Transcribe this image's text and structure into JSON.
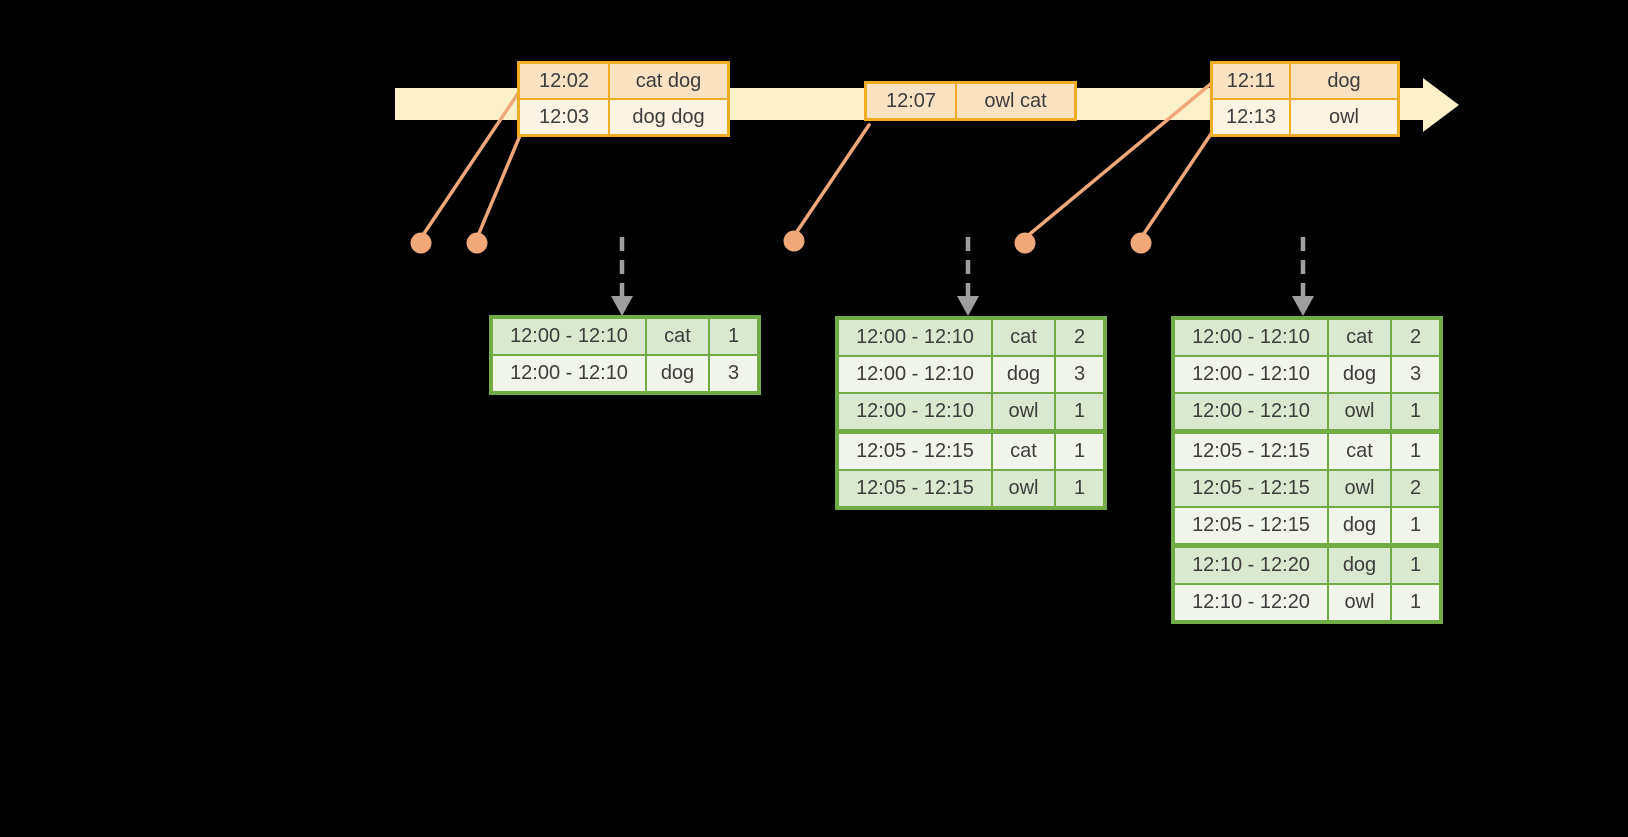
{
  "colors": {
    "background": "#000000",
    "timeline-band": "#fcf0c8",
    "event-border": "#efad24",
    "event-row-a": "#fae1c1",
    "event-row-b": "#fdf3e3",
    "result-border": "#72aa45",
    "result-row-a": "#dbe8d0",
    "result-row-b": "#f0f4eb",
    "connector": "#f0a87b",
    "trigger-arrow": "#9e9e9e",
    "text": "#3d3d3d"
  },
  "timeline": {
    "event_tables": [
      {
        "name": "events-batch-1",
        "rows": [
          [
            "12:02",
            "cat dog"
          ],
          [
            "12:03",
            "dog dog"
          ]
        ]
      },
      {
        "name": "events-batch-2",
        "rows": [
          [
            "12:07",
            "owl cat"
          ]
        ]
      },
      {
        "name": "events-batch-3",
        "rows": [
          [
            "12:11",
            "dog"
          ],
          [
            "12:13",
            "owl"
          ]
        ]
      }
    ]
  },
  "result_tables": [
    {
      "name": "windowed-counts-1",
      "rows": [
        [
          "12:00 - 12:10",
          "cat",
          "1"
        ],
        [
          "12:00 - 12:10",
          "dog",
          "3"
        ]
      ]
    },
    {
      "name": "windowed-counts-2",
      "rows": [
        [
          "12:00 - 12:10",
          "cat",
          "2"
        ],
        [
          "12:00 - 12:10",
          "dog",
          "3"
        ],
        [
          "12:00 - 12:10",
          "owl",
          "1"
        ],
        [
          "12:05 - 12:15",
          "cat",
          "1"
        ],
        [
          "12:05 - 12:15",
          "owl",
          "1"
        ]
      ]
    },
    {
      "name": "windowed-counts-3",
      "rows": [
        [
          "12:00 - 12:10",
          "cat",
          "2"
        ],
        [
          "12:00 - 12:10",
          "dog",
          "3"
        ],
        [
          "12:00 - 12:10",
          "owl",
          "1"
        ],
        [
          "12:05 - 12:15",
          "cat",
          "1"
        ],
        [
          "12:05 - 12:15",
          "owl",
          "2"
        ],
        [
          "12:05 - 12:15",
          "dog",
          "1"
        ],
        [
          "12:10 - 12:20",
          "dog",
          "1"
        ],
        [
          "12:10 - 12:20",
          "owl",
          "1"
        ]
      ]
    }
  ]
}
